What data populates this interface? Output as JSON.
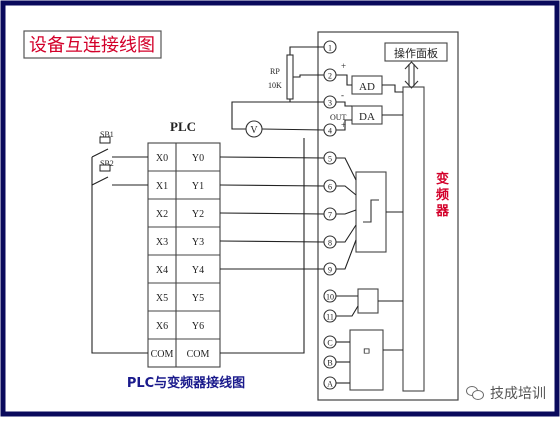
{
  "title": "设备互连接线图",
  "plc": {
    "label": "PLC",
    "inputs": [
      "X0",
      "X1",
      "X2",
      "X3",
      "X4",
      "X5",
      "X6",
      "COM"
    ],
    "outputs": [
      "Y0",
      "Y1",
      "Y2",
      "Y3",
      "Y4",
      "Y5",
      "Y6",
      "COM"
    ],
    "switches": [
      "SB1",
      "SB2"
    ]
  },
  "inverter": {
    "name": "变频器",
    "panel": "操作面板",
    "terminals": [
      "1",
      "2",
      "3",
      "4",
      "5",
      "6",
      "7",
      "8",
      "9",
      "10",
      "11",
      "C",
      "B",
      "A"
    ],
    "ad": "AD",
    "da": "DA",
    "out": "OUT",
    "marks": [
      "+",
      "-",
      "+"
    ]
  },
  "pot": {
    "label": "RP",
    "value": "10K"
  },
  "voltmeter": "V",
  "caption": "PLC与变频器接线图",
  "watermark": "技成培训",
  "colors": {
    "frame": "#0a0a5c",
    "title_red": "#d3002a",
    "caption_blue": "#1a1a8c",
    "wire": "#222222",
    "panel_bg": "#ffffff"
  }
}
